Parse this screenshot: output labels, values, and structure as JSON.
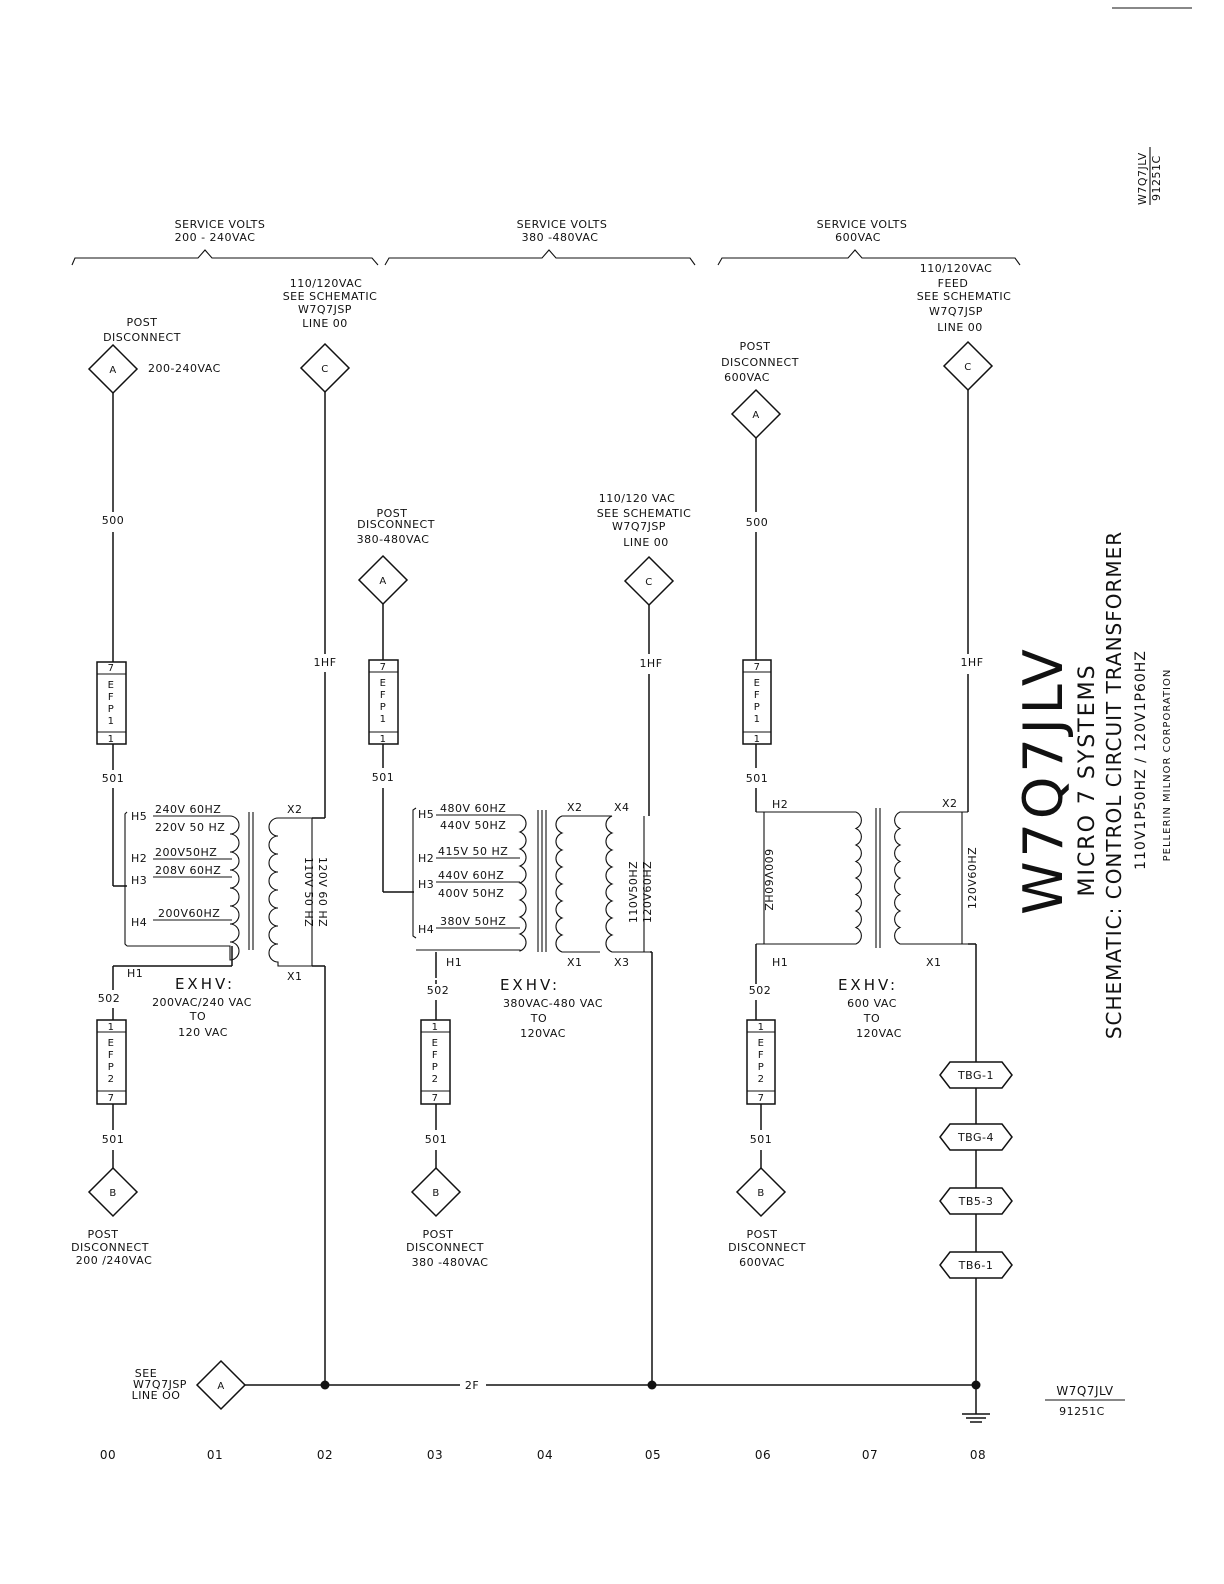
{
  "top_right_ref": {
    "line1": "W7Q7JLV",
    "line2": "91251C"
  },
  "sections": [
    {
      "service_label": "SERVICE VOLTS",
      "service_range": "200 - 240VAC",
      "feed_note": [
        "110/120VAC",
        "SEE SCHEMATIC",
        "W7Q7JSP",
        "LINE 00"
      ],
      "post_top": [
        "POST",
        "DISCONNECT"
      ],
      "post_top_voltage": "200-240VAC",
      "post_bottom": [
        "POST",
        "DISCONNECT",
        "200 /240VAC"
      ],
      "wire_top": "500",
      "wire_mid": "501",
      "wire_low": "502",
      "wire_bottom": "501",
      "fuse1": {
        "top": "7",
        "label": [
          "E",
          "F",
          "P",
          "1"
        ],
        "bottom": "1"
      },
      "fuse2": {
        "top": "1",
        "label": [
          "E",
          "F",
          "P",
          "2"
        ],
        "bottom": "7"
      },
      "wire_1hf": "1HF",
      "taps": [
        {
          "name": "H5",
          "label1": "240V 60HZ",
          "label2": "220V 50 HZ"
        },
        {
          "name": "H2",
          "label1": "200V50HZ"
        },
        {
          "name": "H3",
          "label1": "208V 60HZ"
        },
        {
          "name": "H4",
          "label1": "200V60HZ"
        }
      ],
      "h1": "H1",
      "x2": "X2",
      "x1": "X1",
      "secondary": [
        "110V 50 HZ",
        "120V 60 HZ"
      ],
      "xfmr": [
        "EXHV:",
        "200VAC/240 VAC",
        "TO",
        "120 VAC"
      ]
    },
    {
      "service_label": "SERVICE VOLTS",
      "service_range": "380 -480VAC",
      "feed_note": [
        "110/120 VAC",
        "SEE SCHEMATIC",
        "W7Q7JSP",
        "LINE 00"
      ],
      "post_top": [
        "POST",
        "DISCONNECT"
      ],
      "post_top_voltage": "380-480VAC",
      "post_bottom": [
        "POST",
        "DISCONNECT",
        "380 -480VAC"
      ],
      "wire_mid": "501",
      "wire_low": "502",
      "wire_bottom": "501",
      "fuse1": {
        "top": "7",
        "label": [
          "E",
          "F",
          "P",
          "1"
        ],
        "bottom": "1"
      },
      "fuse2": {
        "top": "1",
        "label": [
          "E",
          "F",
          "P",
          "2"
        ],
        "bottom": "7"
      },
      "wire_1hf": "1HF",
      "taps": [
        {
          "name": "H5",
          "label1": "480V 60HZ",
          "label2": "440V 50HZ"
        },
        {
          "name": "H2",
          "label1": "415V 50 HZ"
        },
        {
          "name": "H3",
          "label1": "440V 60HZ",
          "label2": "400V 50HZ"
        },
        {
          "name": "H4",
          "label1": "380V 50HZ"
        }
      ],
      "h1": "H1",
      "x2": "X2",
      "x4": "X4",
      "x1": "X1",
      "x3": "X3",
      "secondary": [
        "110V50HZ",
        "120V60HZ"
      ],
      "xfmr": [
        "EXHV:",
        "380VAC-480 VAC",
        "TO",
        "120VAC"
      ]
    },
    {
      "service_label": "SERVICE VOLTS",
      "service_range": "600VAC",
      "feed_note": [
        "110/120VAC",
        "FEED",
        "SEE SCHEMATIC",
        "W7Q7JSP",
        "LINE 00"
      ],
      "post_top": [
        "POST",
        "DISCONNECT",
        "600VAC"
      ],
      "post_bottom": [
        "POST",
        "DISCONNECT",
        "600VAC"
      ],
      "wire_top": "500",
      "wire_mid": "501",
      "wire_low": "502",
      "wire_bottom": "501",
      "fuse1": {
        "top": "7",
        "label": [
          "E",
          "F",
          "P",
          "1"
        ],
        "bottom": "1"
      },
      "fuse2": {
        "top": "1",
        "label": [
          "E",
          "F",
          "P",
          "2"
        ],
        "bottom": "7"
      },
      "wire_1hf": "1HF",
      "h2": "H2",
      "h1": "H1",
      "x2": "X2",
      "x1": "X1",
      "primary": "600V60HZ",
      "secondary": "120V60HZ",
      "xfmr": [
        "EXHV:",
        "600 VAC",
        "TO",
        "120VAC"
      ],
      "terminals": [
        "TBG-1",
        "TBG-4",
        "TB5-3",
        "TB6-1"
      ]
    }
  ],
  "connector_labels": {
    "a": "A",
    "b": "B",
    "c": "C"
  },
  "bottom_ref": [
    "SEE",
    "W7Q7JSP",
    "LINE OO"
  ],
  "bus_label": "2F",
  "line_numbers": [
    "00",
    "01",
    "02",
    "03",
    "04",
    "05",
    "06",
    "07",
    "08"
  ],
  "title_block": {
    "drawing_no": "W7Q7JLV",
    "system": "MICRO 7 SYSTEMS",
    "title": "SCHEMATIC: CONTROL CIRCUIT TRANSFORMER",
    "rating": "110V1P50HZ / 120V1P60HZ",
    "company": "PELLERIN MILNOR CORPORATION"
  },
  "bottom_right_ref": {
    "line1": "W7Q7JLV",
    "line2": "91251C"
  }
}
